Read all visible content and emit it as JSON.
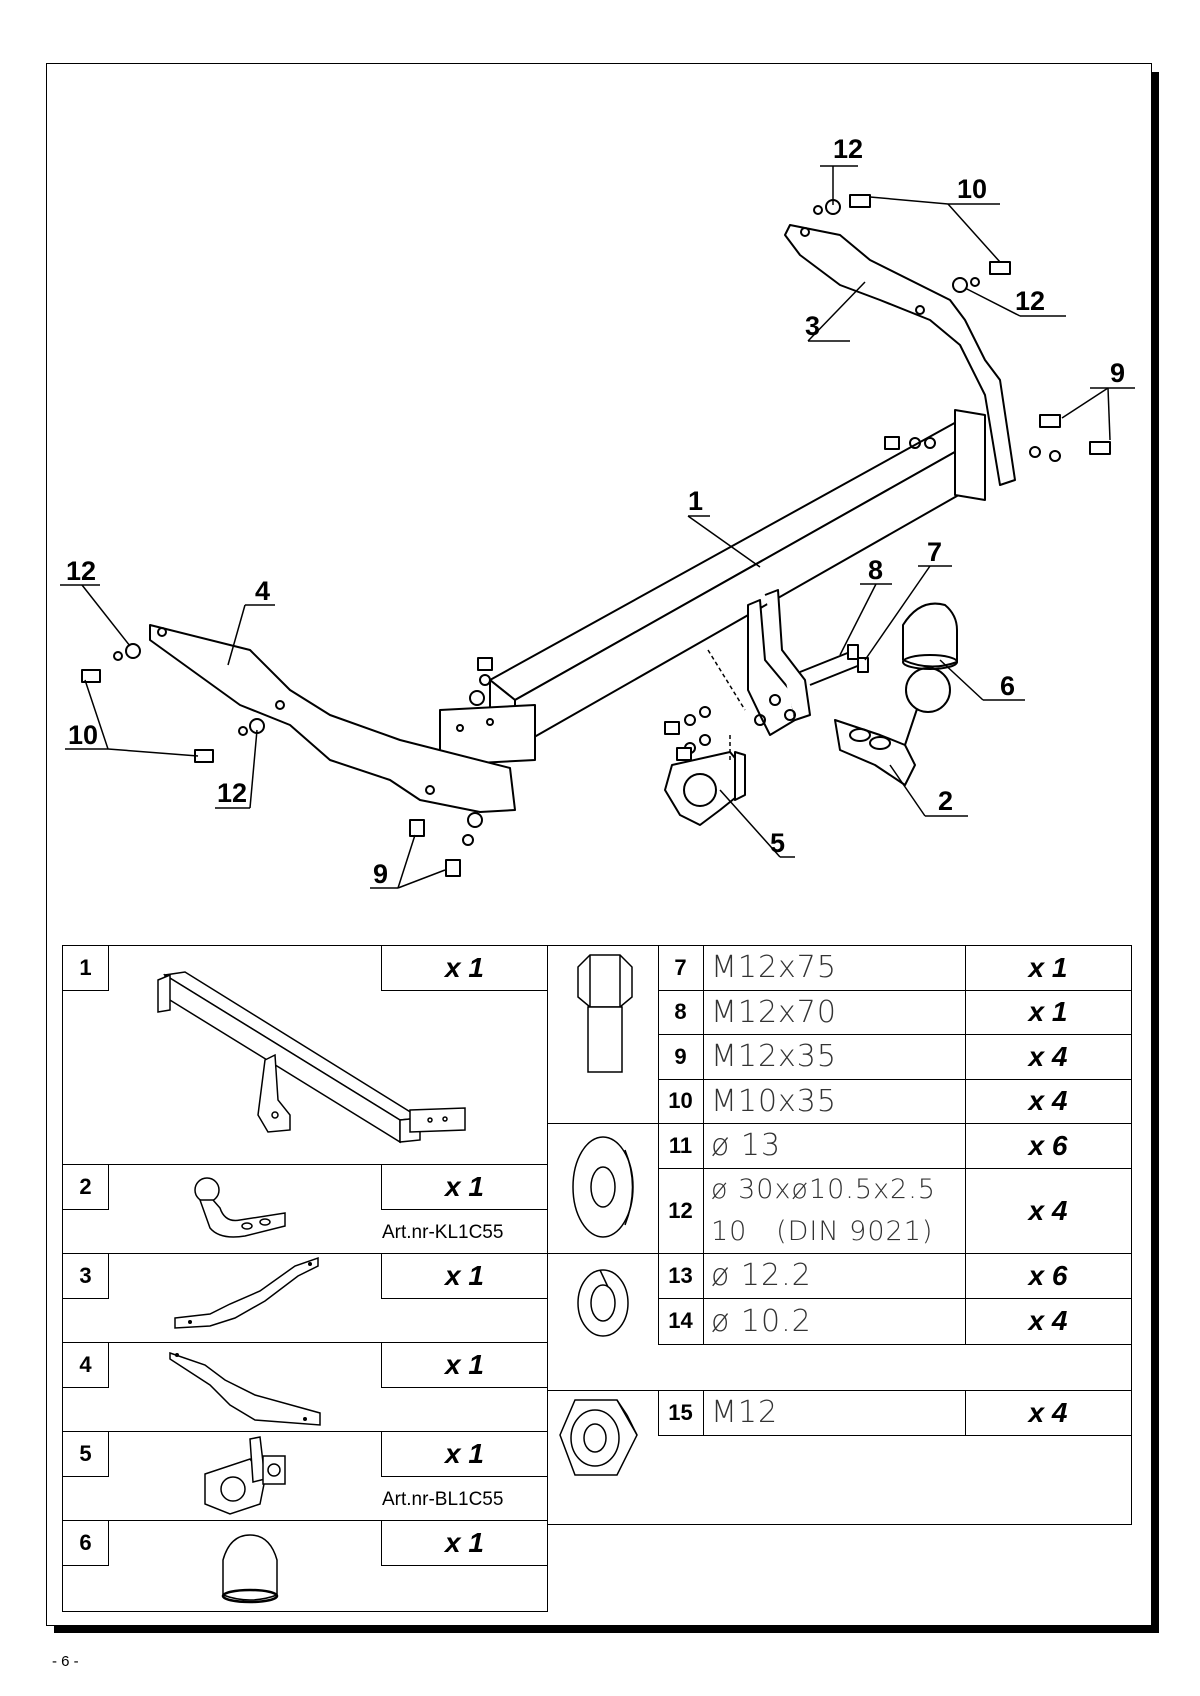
{
  "callouts": {
    "c1": "1",
    "c2": "2",
    "c3": "3",
    "c4": "4",
    "c5": "5",
    "c6": "6",
    "c7": "7",
    "c8": "8",
    "c9a": "9",
    "c9b": "9",
    "c10a": "10",
    "c10b": "10",
    "c12a": "12",
    "c12b": "12",
    "c12c": "12",
    "c12d": "12"
  },
  "left_table": [
    {
      "num": "1",
      "qty": "x 1",
      "art": "",
      "icon": "crossbar-icon"
    },
    {
      "num": "2",
      "qty": "x 1",
      "art": "Art.nr-KL1C55",
      "icon": "towball-icon"
    },
    {
      "num": "3",
      "qty": "x 1",
      "art": "",
      "icon": "side-bracket-right-icon"
    },
    {
      "num": "4",
      "qty": "x 1",
      "art": "",
      "icon": "side-bracket-left-icon"
    },
    {
      "num": "5",
      "qty": "x 1",
      "art": "Art.nr-BL1C55",
      "icon": "socket-plate-icon"
    },
    {
      "num": "6",
      "qty": "x 1",
      "art": "",
      "icon": "ball-cap-icon"
    }
  ],
  "right_table": [
    {
      "num": "7",
      "desc": "M12x75",
      "qty": "x 1"
    },
    {
      "num": "8",
      "desc": "M12x70",
      "qty": "x 1"
    },
    {
      "num": "9",
      "desc": "M12x35",
      "qty": "x 4"
    },
    {
      "num": "10",
      "desc": "M10x35",
      "qty": "x 4"
    },
    {
      "num": "11",
      "desc": "ø 13",
      "qty": "x 6"
    },
    {
      "num": "12",
      "desc": "ø 30xø10.5x2.5",
      "desc2": "10   (DIN 9021)",
      "qty": "x 4"
    },
    {
      "num": "13",
      "desc": "ø 12.2",
      "qty": "x 6"
    },
    {
      "num": "14",
      "desc": "ø 10.2",
      "qty": "x 4"
    },
    {
      "num": "15",
      "desc": "M12",
      "qty": "x 4"
    }
  ],
  "right_icons": [
    "bolt-icon",
    "washer-icon",
    "spring-washer-icon",
    "nut-icon"
  ],
  "page_number": "- 6 -"
}
